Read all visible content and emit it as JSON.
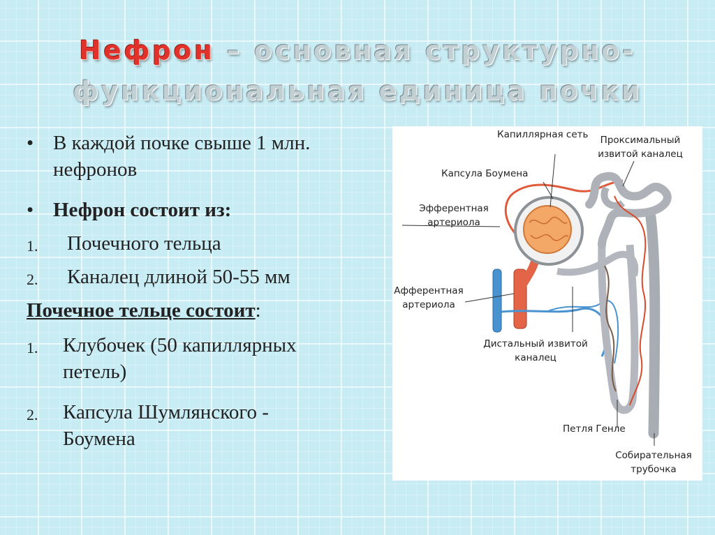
{
  "title": {
    "highlight": "Нефрон",
    "line1_rest": " – основная структурно-",
    "line2": "функциональная единица почки"
  },
  "bullets": [
    {
      "marker": "•",
      "text": "В каждой почке свыше 1 млн. нефронов"
    },
    {
      "marker": "•",
      "text": "Нефрон состоит из:"
    }
  ],
  "nephron_parts": [
    {
      "num": "1.",
      "text": "Почечного тельца"
    },
    {
      "num": "2.",
      "text": "Каналец длиной 50-55 мм"
    }
  ],
  "corpuscle_heading": "Почечное тельце состоит",
  "corpuscle_heading_suffix": ":",
  "corpuscle_parts": [
    {
      "num": "1.",
      "text": "Клубочек (50 капиллярных петель)"
    },
    {
      "num": "2.",
      "text": "Капсула Шумлянского - Боумена"
    }
  ],
  "diagram_labels": {
    "capillary_network": "Капиллярная сеть",
    "proximal_tubule": "Проксимальный извитой каналец",
    "bowman_capsule": "Капсула Боумена",
    "efferent_arteriole": "Эфферентная артериола",
    "afferent_arteriole": "Афферентная артериола",
    "distal_tubule": "Дистальный извитой каналец",
    "loop_of_henle": "Петля Генле",
    "collecting_duct": "Собирательная трубочка"
  },
  "colors": {
    "title_highlight": "#e0322a",
    "artery": "#e05a3a",
    "vein": "#3f8fcf",
    "tubule": "#b0b4ba",
    "glomerulus": "#ee9a55"
  }
}
